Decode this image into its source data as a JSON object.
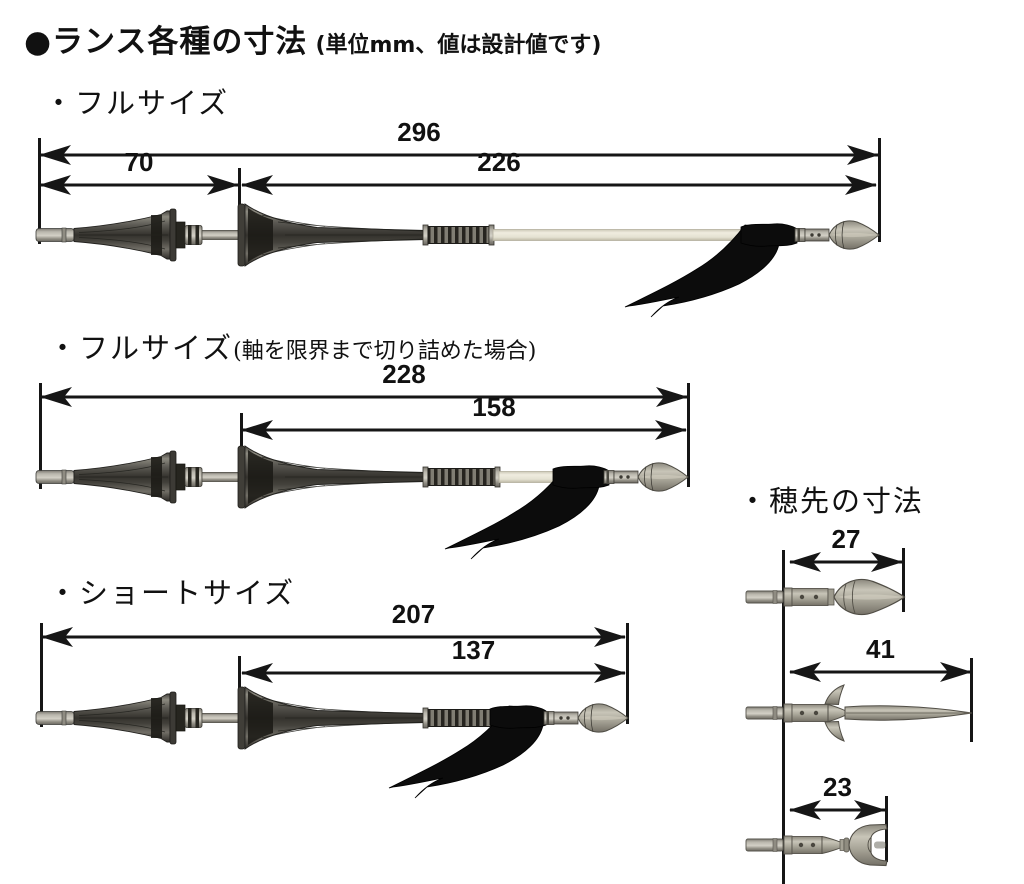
{
  "header": {
    "title": "●ランス各種の寸法",
    "note": "(単位mm、値は設計値です)"
  },
  "sections": {
    "full": {
      "label": "・フルサイズ",
      "total": "296",
      "rear": "70",
      "front": "226"
    },
    "trimmed": {
      "label": "・フルサイズ",
      "note": "(軸を限界まで切り詰めた場合)",
      "total": "228",
      "front": "158"
    },
    "short": {
      "label": "・ショートサイズ",
      "total": "207",
      "front": "137"
    },
    "tips": {
      "label": "・穂先の寸法",
      "spear": "27",
      "spike": "41",
      "fork": "23"
    }
  },
  "units": "mm",
  "colors": {
    "ink": "#161616",
    "metal_dark": "#3f3d38",
    "metal_light": "#c6c3ba",
    "shaft_cream": "#e9e6d8",
    "tip_metal": "#b5b2a6",
    "pennant_black": "#0c0c0c"
  }
}
